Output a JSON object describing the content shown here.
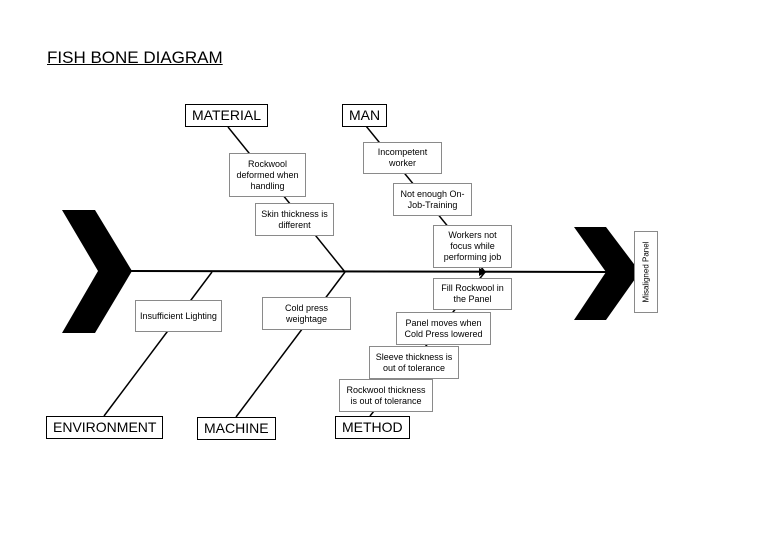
{
  "title": "FISH BONE DIAGRAM",
  "effect": "Misaligned Panel",
  "categories": {
    "material": "MATERIAL",
    "man": "MAN",
    "environment": "ENVIRONMENT",
    "machine": "MACHINE",
    "method": "METHOD"
  },
  "causes": {
    "material": [
      "Rockwool deformed when handling",
      "Skin thickness is different"
    ],
    "man": [
      "Incompetent worker",
      "Not enough On-Job-Training",
      "Workers not focus while performing job"
    ],
    "environment": [
      "Insufficient Lighting"
    ],
    "machine": [
      "Cold press weightage"
    ],
    "method": [
      "Fill Rockwool in the Panel",
      "Panel moves when Cold Press lowered",
      "Sleeve thickness is out of tolerance",
      "Rockwool thickness is out of tolerance"
    ]
  },
  "colors": {
    "lines": "#000000",
    "cause_border": "#8a8a8a"
  }
}
